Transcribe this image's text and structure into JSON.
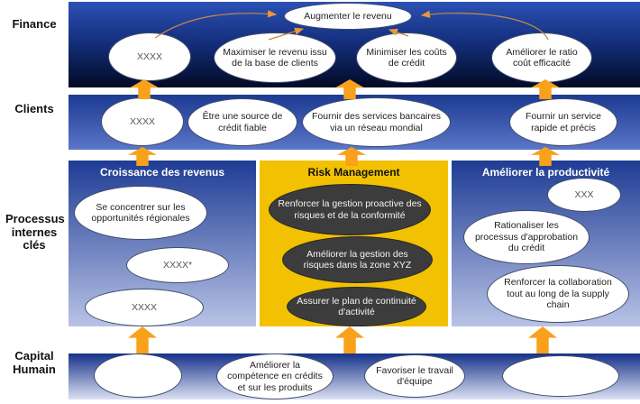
{
  "colors": {
    "band_blue_dark": "#15307f",
    "band_blue_light": "#5b76c8",
    "risk_panel_yellow": "#F2C101",
    "risk_node_fill": "#3c3c3c",
    "arrow_orange": "#F9A11B",
    "connector_orange": "#C58A45",
    "node_fill": "#ffffff"
  },
  "row_labels": [
    "Finance",
    "Clients",
    "Processus internes clés",
    "Capital Humain"
  ],
  "finance": {
    "goal": "Augmenter le revenu",
    "nodes": [
      "XXXX",
      "Maximiser le revenu issu de la base de clients",
      "Minimiser les coûts de crédit",
      "Améliorer le ratio coût efficacité"
    ]
  },
  "clients": {
    "nodes": [
      "XXXX",
      "Être une source de crédit fiable",
      "Fournir des services bancaires via un réseau mondial",
      "Fournir un service rapide et précis"
    ]
  },
  "processes": {
    "revenue_panel": {
      "header": "Croissance des revenus",
      "nodes": [
        "Se concentrer sur les opportunités régionales",
        "XXXX*",
        "XXXX"
      ]
    },
    "risk_panel": {
      "header": "Risk Management",
      "nodes": [
        "Renforcer la gestion proactive des risques et de la conformité",
        "Améliorer la gestion des risques dans la zone XYZ",
        "Assurer le plan de continuité d'activité"
      ]
    },
    "productivity_panel": {
      "header": "Améliorer la productivité",
      "nodes": [
        "XXX",
        "Rationaliser les processus d'approbation du crédit",
        "Renforcer la collaboration tout au long de la supply chain"
      ]
    }
  },
  "human": {
    "nodes": [
      "",
      "Améliorer la compétence en crédits et sur les produits",
      "Favoriser le travail d'équipe",
      ""
    ]
  }
}
